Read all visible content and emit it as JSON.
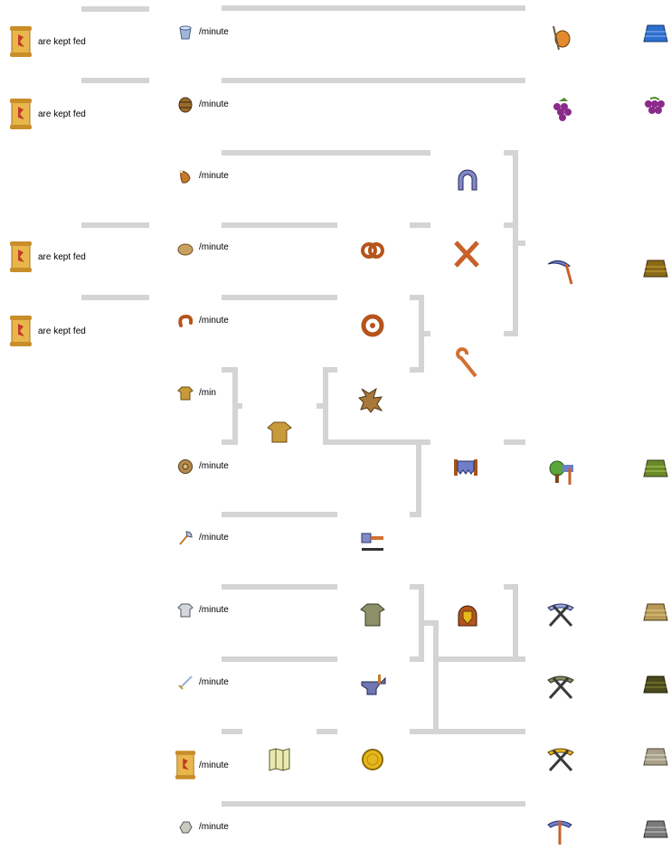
{
  "colors": {
    "connector": "#d4d4d4",
    "background": "#ffffff",
    "text": "#000000"
  },
  "fed_labels": [
    "are kept fed",
    "are kept fed",
    "are kept fed",
    "are kept fed"
  ],
  "rates": [
    {
      "icon": "water-bucket-icon",
      "label": "/minute"
    },
    {
      "icon": "wine-barrel-icon",
      "label": "/minute"
    },
    {
      "icon": "meat-leg-icon",
      "label": "/minute"
    },
    {
      "icon": "bread-loaf-icon",
      "label": "/minute"
    },
    {
      "icon": "sausage-icon",
      "label": "/minute"
    },
    {
      "icon": "tunic-icon",
      "label": "/min"
    },
    {
      "icon": "shield-icon",
      "label": "/minute"
    },
    {
      "icon": "axe-icon",
      "label": "/minute"
    },
    {
      "icon": "chain-armor-icon",
      "label": "/minute"
    },
    {
      "icon": "sword-icon",
      "label": "/minute"
    },
    {
      "icon": "scroll-icon",
      "label": "/minute"
    },
    {
      "icon": "stone-icon",
      "label": "/minute"
    }
  ],
  "products": [
    "pretzel-icon",
    "sausage-coil-icon",
    "hide-icon",
    "tunic-icon",
    "hammer-icon",
    "chainmail-icon",
    "anvil-icon",
    "map-icon",
    "gold-coin-icon"
  ],
  "tools": [
    "horseshoe-icon",
    "crossed-tools-icon",
    "crook-icon",
    "cloth-icon",
    "helmet-icon"
  ],
  "workers": [
    "fisher-icon",
    "grapes-icon",
    "scythe-icon",
    "woodcutter-icon",
    "pickaxe-iron-icon",
    "pickaxe-coal-icon",
    "pickaxe-gold-icon",
    "pickaxe-stone-icon"
  ],
  "terrains": [
    "water-terrain-icon",
    "vineyard-terrain-icon",
    "wheat-field-terrain-icon",
    "forest-terrain-icon",
    "iron-mountain-terrain-icon",
    "coal-mountain-terrain-icon",
    "gold-mountain-terrain-icon",
    "stone-mountain-terrain-icon"
  ]
}
